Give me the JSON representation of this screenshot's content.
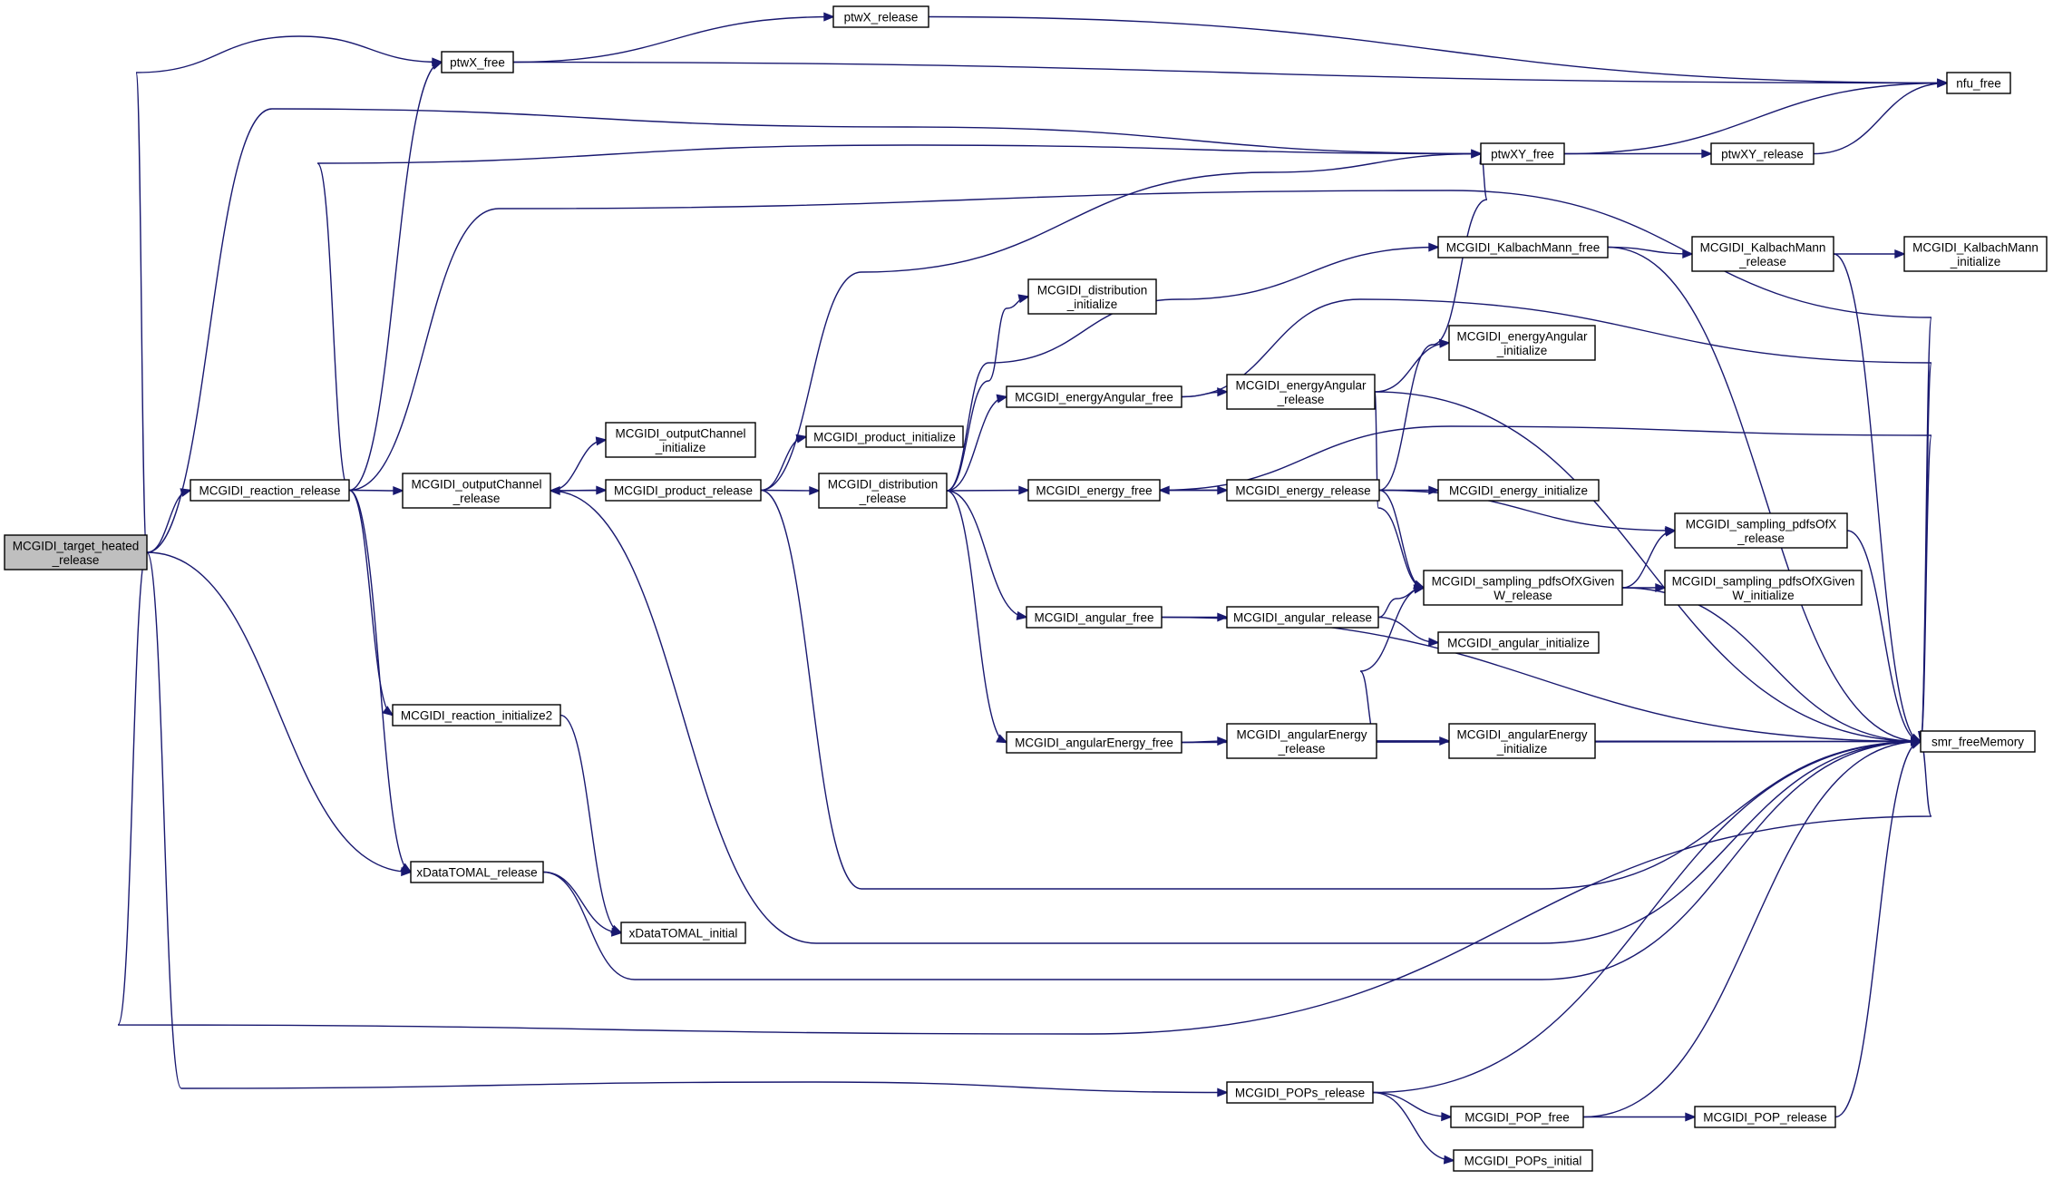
{
  "title": "",
  "colors": {
    "edge": "#191970",
    "node_border": "#000000",
    "root_fill": "#bfbfbf",
    "node_fill": "#ffffff"
  },
  "nodes": [
    {
      "id": "root",
      "lines": [
        "MCGIDI_target_heated",
        "_release"
      ],
      "root": true
    },
    {
      "id": "rr",
      "lines": [
        "MCGIDI_reaction_release"
      ]
    },
    {
      "id": "ptwxf",
      "lines": [
        "ptwX_free"
      ]
    },
    {
      "id": "ptwxr",
      "lines": [
        "ptwX_release"
      ]
    },
    {
      "id": "nfu",
      "lines": [
        "nfu_free"
      ]
    },
    {
      "id": "ptwxyf",
      "lines": [
        "ptwXY_free"
      ]
    },
    {
      "id": "ptwxyr",
      "lines": [
        "ptwXY_release"
      ]
    },
    {
      "id": "smr",
      "lines": [
        "smr_freeMemory"
      ]
    },
    {
      "id": "ocr",
      "lines": [
        "MCGIDI_outputChannel",
        "_release"
      ]
    },
    {
      "id": "oci",
      "lines": [
        "MCGIDI_outputChannel",
        "_initialize"
      ]
    },
    {
      "id": "pr",
      "lines": [
        "MCGIDI_product_release"
      ]
    },
    {
      "id": "pi",
      "lines": [
        "MCGIDI_product_initialize"
      ]
    },
    {
      "id": "dr",
      "lines": [
        "MCGIDI_distribution",
        "_release"
      ]
    },
    {
      "id": "di",
      "lines": [
        "MCGIDI_distribution",
        "_initialize"
      ]
    },
    {
      "id": "kmf",
      "lines": [
        "MCGIDI_KalbachMann_free"
      ]
    },
    {
      "id": "kmr",
      "lines": [
        "MCGIDI_KalbachMann",
        "_release"
      ]
    },
    {
      "id": "kmi",
      "lines": [
        "MCGIDI_KalbachMann",
        "_initialize"
      ]
    },
    {
      "id": "eaf",
      "lines": [
        "MCGIDI_energyAngular_free"
      ]
    },
    {
      "id": "ear",
      "lines": [
        "MCGIDI_energyAngular",
        "_release"
      ]
    },
    {
      "id": "eai",
      "lines": [
        "MCGIDI_energyAngular",
        "_initialize"
      ]
    },
    {
      "id": "ef",
      "lines": [
        "MCGIDI_energy_free"
      ]
    },
    {
      "id": "er",
      "lines": [
        "MCGIDI_energy_release"
      ]
    },
    {
      "id": "ei",
      "lines": [
        "MCGIDI_energy_initialize"
      ]
    },
    {
      "id": "spxr",
      "lines": [
        "MCGIDI_sampling_pdfsOfX",
        "_release"
      ]
    },
    {
      "id": "spxwr",
      "lines": [
        "MCGIDI_sampling_pdfsOfXGiven",
        "W_release"
      ]
    },
    {
      "id": "spxwi",
      "lines": [
        "MCGIDI_sampling_pdfsOfXGiven",
        "W_initialize"
      ]
    },
    {
      "id": "af",
      "lines": [
        "MCGIDI_angular_free"
      ]
    },
    {
      "id": "ar",
      "lines": [
        "MCGIDI_angular_release"
      ]
    },
    {
      "id": "ai",
      "lines": [
        "MCGIDI_angular_initialize"
      ]
    },
    {
      "id": "aef",
      "lines": [
        "MCGIDI_angularEnergy_free"
      ]
    },
    {
      "id": "aer",
      "lines": [
        "MCGIDI_angularEnergy",
        "_release"
      ]
    },
    {
      "id": "aei",
      "lines": [
        "MCGIDI_angularEnergy",
        "_initialize"
      ]
    },
    {
      "id": "ri2",
      "lines": [
        "MCGIDI_reaction_initialize2"
      ]
    },
    {
      "id": "xtr",
      "lines": [
        "xDataTOMAL_release"
      ]
    },
    {
      "id": "xti",
      "lines": [
        "xDataTOMAL_initial"
      ]
    },
    {
      "id": "popsr",
      "lines": [
        "MCGIDI_POPs_release"
      ]
    },
    {
      "id": "popf",
      "lines": [
        "MCGIDI_POP_free"
      ]
    },
    {
      "id": "popr",
      "lines": [
        "MCGIDI_POP_release"
      ]
    },
    {
      "id": "popsi",
      "lines": [
        "MCGIDI_POPs_initial"
      ]
    }
  ],
  "edges": [
    [
      "root",
      "ptwxf"
    ],
    [
      "root",
      "rr"
    ],
    [
      "root",
      "ptwxyf"
    ],
    [
      "root",
      "smr"
    ],
    [
      "root",
      "xtr"
    ],
    [
      "root",
      "popsr"
    ],
    [
      "ptwxf",
      "ptwxr"
    ],
    [
      "ptwxf",
      "nfu"
    ],
    [
      "ptwxr",
      "nfu"
    ],
    [
      "rr",
      "ptwxf"
    ],
    [
      "rr",
      "ptwxyf"
    ],
    [
      "rr",
      "smr"
    ],
    [
      "rr",
      "ocr"
    ],
    [
      "rr",
      "ri2"
    ],
    [
      "rr",
      "xtr"
    ],
    [
      "ptwxyf",
      "nfu"
    ],
    [
      "ptwxyf",
      "ptwxyr"
    ],
    [
      "ptwxyr",
      "nfu"
    ],
    [
      "ocr",
      "oci"
    ],
    [
      "ocr",
      "pr"
    ],
    [
      "ocr",
      "smr"
    ],
    [
      "pr",
      "ocr"
    ],
    [
      "pr",
      "pi"
    ],
    [
      "pr",
      "dr"
    ],
    [
      "pr",
      "ptwxyf"
    ],
    [
      "pr",
      "smr"
    ],
    [
      "dr",
      "di"
    ],
    [
      "dr",
      "kmf"
    ],
    [
      "dr",
      "eaf"
    ],
    [
      "dr",
      "ef"
    ],
    [
      "dr",
      "af"
    ],
    [
      "dr",
      "aef"
    ],
    [
      "kmf",
      "kmr"
    ],
    [
      "kmf",
      "smr"
    ],
    [
      "kmr",
      "kmi"
    ],
    [
      "kmr",
      "smr"
    ],
    [
      "eaf",
      "ear"
    ],
    [
      "eaf",
      "smr"
    ],
    [
      "ear",
      "eai"
    ],
    [
      "ear",
      "smr"
    ],
    [
      "ear",
      "spxwr"
    ],
    [
      "ef",
      "er"
    ],
    [
      "ef",
      "smr"
    ],
    [
      "er",
      "ef"
    ],
    [
      "er",
      "ptwxyf"
    ],
    [
      "er",
      "ei"
    ],
    [
      "er",
      "spxr"
    ],
    [
      "er",
      "spxwr"
    ],
    [
      "spxwr",
      "spxr"
    ],
    [
      "spxwr",
      "spxwi"
    ],
    [
      "spxwr",
      "smr"
    ],
    [
      "spxr",
      "smr"
    ],
    [
      "af",
      "ar"
    ],
    [
      "af",
      "smr"
    ],
    [
      "ar",
      "spxwr"
    ],
    [
      "ar",
      "ai"
    ],
    [
      "aef",
      "aer"
    ],
    [
      "aef",
      "smr"
    ],
    [
      "aer",
      "spxwr"
    ],
    [
      "aer",
      "aei"
    ],
    [
      "aer",
      "smr"
    ],
    [
      "ri2",
      "xti"
    ],
    [
      "xtr",
      "xti"
    ],
    [
      "xtr",
      "smr"
    ],
    [
      "popsr",
      "smr"
    ],
    [
      "popsr",
      "popf"
    ],
    [
      "popsr",
      "popsi"
    ],
    [
      "popf",
      "popr"
    ],
    [
      "popf",
      "smr"
    ],
    [
      "popr",
      "smr"
    ]
  ]
}
